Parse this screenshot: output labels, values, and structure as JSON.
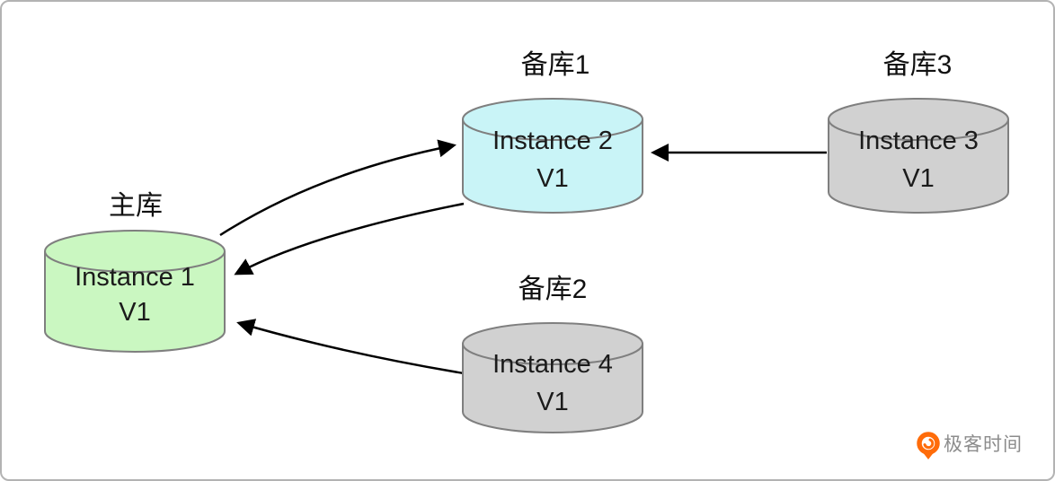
{
  "diagram": {
    "description": "Database replication topology: one primary and three standby instances",
    "stroke_color": "#7f7f7f",
    "arrow_color": "#000000",
    "nodes": [
      {
        "id": "primary",
        "title": "主库",
        "line1": "Instance 1",
        "line2": "V1",
        "color": "#caf7c1"
      },
      {
        "id": "standby1",
        "title": "备库1",
        "line1": "Instance 2",
        "line2": "V1",
        "color": "#c9f4f7"
      },
      {
        "id": "standby3",
        "title": "备库3",
        "line1": "Instance 3",
        "line2": "V1",
        "color": "#d1d1d1"
      },
      {
        "id": "standby2",
        "title": "备库2",
        "line1": "Instance 4",
        "line2": "V1",
        "color": "#d1d1d1"
      }
    ],
    "edges": [
      {
        "from": "Instance 1",
        "to": "Instance 2",
        "style": "curved"
      },
      {
        "from": "Instance 2",
        "to": "Instance 1",
        "style": "curved"
      },
      {
        "from": "Instance 3",
        "to": "Instance 2",
        "style": "straight"
      },
      {
        "from": "Instance 4",
        "to": "Instance 1",
        "style": "curved"
      }
    ]
  },
  "branding": {
    "logo_text": "极客时间",
    "logo_color": "#ff6c0a",
    "logo_text_color": "#8c8c8c"
  }
}
